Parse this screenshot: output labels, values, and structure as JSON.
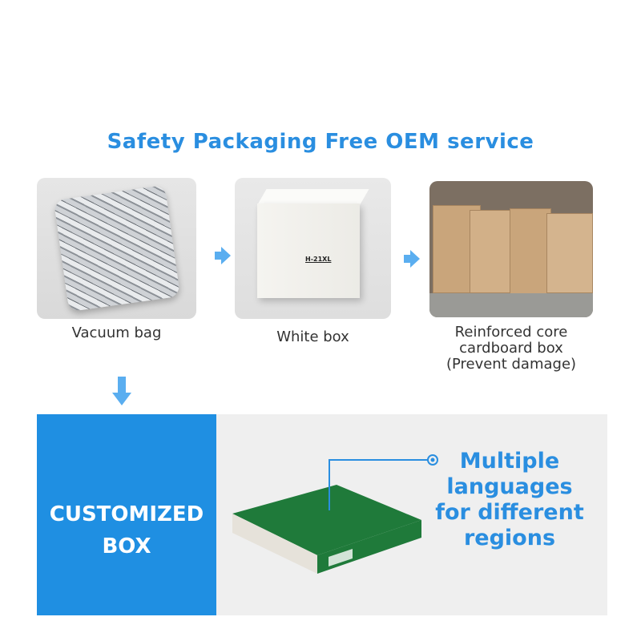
{
  "title": "Safety Packaging Free OEM service",
  "steps": [
    {
      "label": "Vacuum bag"
    },
    {
      "label": "White box",
      "box_text": "H-21XL"
    },
    {
      "label_lines": [
        "Reinforced core",
        "cardboard box",
        "(Prevent damage)"
      ]
    }
  ],
  "customized": {
    "line1": "CUSTOMIZED",
    "line2": "BOX"
  },
  "feature": {
    "lines": [
      "Multiple",
      "languages",
      "for different",
      "regions"
    ]
  },
  "colors": {
    "accent": "#2a8ee0",
    "panel_blue": "#1f8fe2",
    "box_green": "#1f7a3a"
  }
}
